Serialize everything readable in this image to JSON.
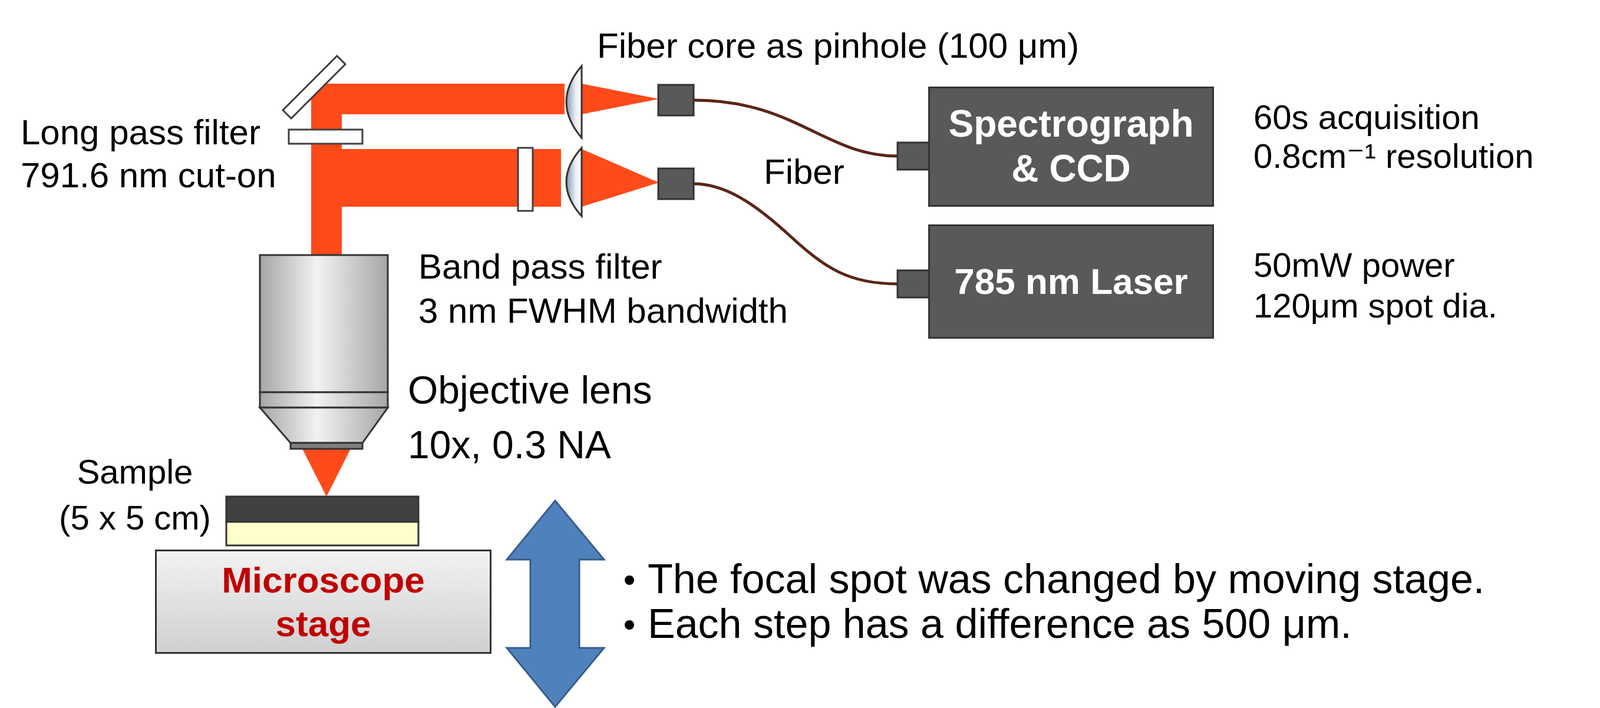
{
  "diagram": {
    "nodes": [
      {
        "text": [
          "Spectrograph & CCD"
        ]
      },
      {
        "text": [
          "785 nm Laser"
        ]
      },
      {
        "text": [
          "Microscope stage"
        ]
      }
    ],
    "labels": [
      "Fiber core as pinhole (100 μm)",
      "Long pass filter",
      "791.6 nm cut-on",
      "Fiber",
      "60s acquisition",
      "0.8cm⁻¹ resolution",
      "50mW power",
      "120μm spot dia.",
      "Band pass filter",
      "3 nm FWHM bandwidth",
      "Objective lens",
      "10x, 0.3 NA",
      "Sample",
      "(5 x 5 cm)",
      "The focal spot was changed by moving stage.",
      "Each step has a difference as 500 μm."
    ]
  }
}
